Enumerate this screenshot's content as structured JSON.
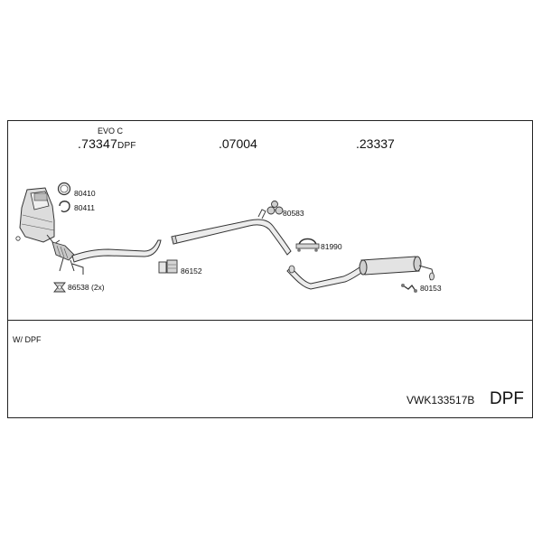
{
  "header": {
    "variant_label": "EVO C",
    "main_part_number": ".73347",
    "main_part_suffix": "DPF",
    "part_07004": ".07004",
    "part_23337": ".23337"
  },
  "labels": {
    "p80410": "80410",
    "p80411": "80411",
    "p80583": "80583",
    "p81990": "81990",
    "p86152": "86152",
    "p86538": "86538 (2x)",
    "p80153": "80153"
  },
  "footer": {
    "note": "W/ DPF",
    "kit_code": "VWK133517B",
    "badge": "DPF"
  }
}
